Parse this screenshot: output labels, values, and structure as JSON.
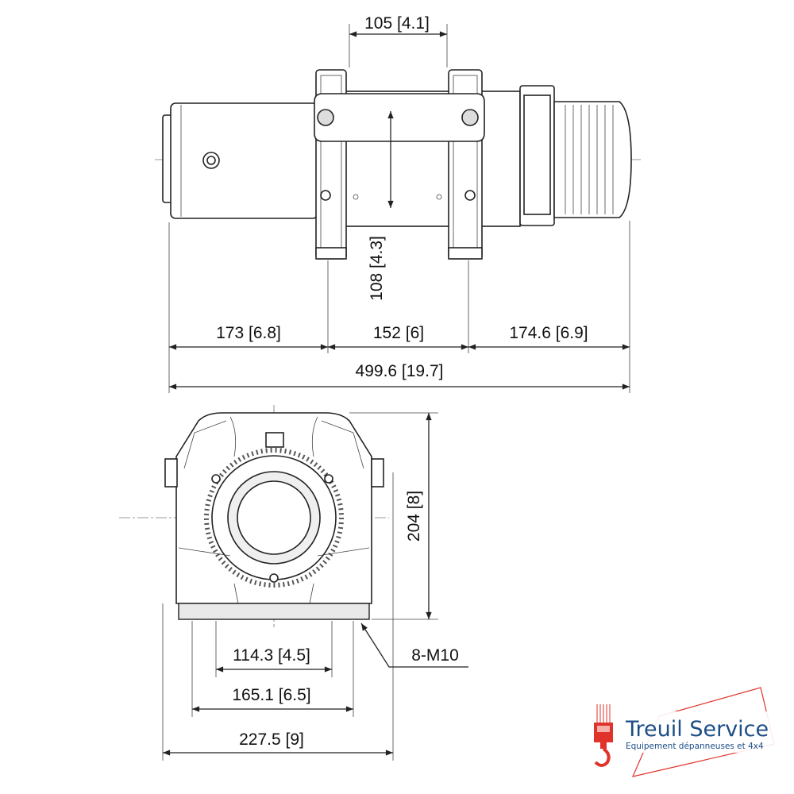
{
  "drawing": {
    "top_view": {
      "dim_bracket_spacing": "105 [4.1]",
      "dim_height_mounting": "108 [4.3]",
      "dim_motor": "173 [6.8]",
      "dim_drum": "152 [6]",
      "dim_gearbox": "174.6 [6.9]",
      "dim_overall_length": "499.6 [19.7]"
    },
    "front_view": {
      "dim_height": "204 [8]",
      "dim_bolt_inner": "114.3 [4.5]",
      "dim_bolt_outer": "165.1 [6.5]",
      "dim_base_width": "227.5 [9]",
      "bolt_callout": "8-M10"
    }
  },
  "logo": {
    "title": "Treuil Service",
    "subtitle": "Equipement dépanneuses et 4x4",
    "colors": {
      "blue": "#1d4e86",
      "red": "#e0332b"
    }
  }
}
